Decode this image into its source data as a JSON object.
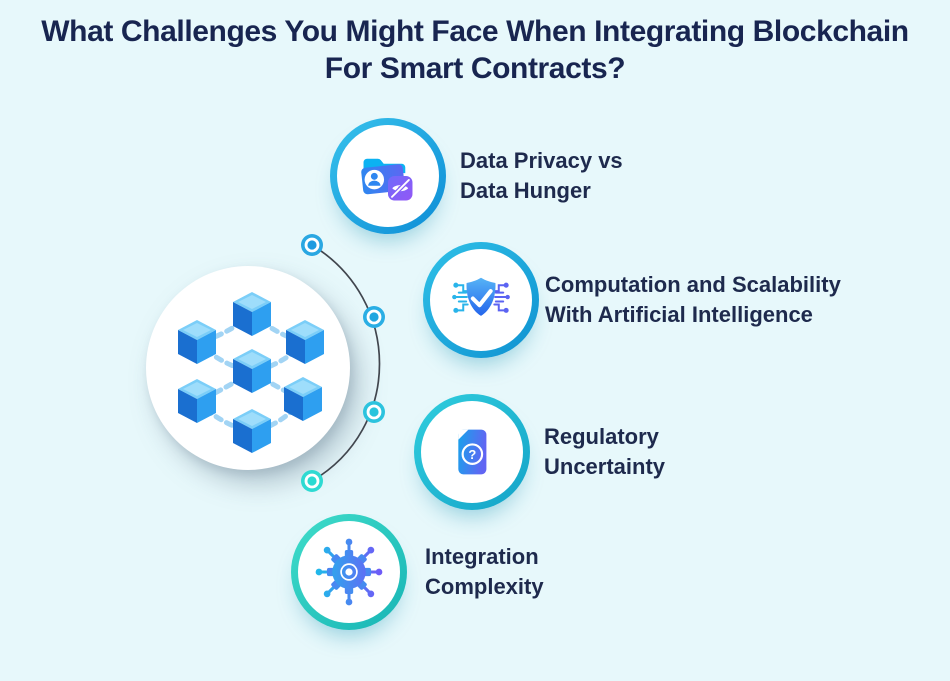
{
  "title": {
    "line1": "What Challenges You Might Face When Integrating Blockchain",
    "line2": "For Smart Contracts?"
  },
  "items": [
    {
      "id": "data-privacy-vs-data-hunger",
      "icon": "folder-user-hidden-eye-icon",
      "label_line1": "Data Privacy vs",
      "label_line2": "Data Hunger"
    },
    {
      "id": "computation-and-scalability",
      "icon": "shield-check-circuit-icon",
      "label_line1": "Computation and Scalability",
      "label_line2": "With Artificial Intelligence"
    },
    {
      "id": "regulatory-uncertainty",
      "icon": "document-question-icon",
      "label_line1": "Regulatory",
      "label_line2": "Uncertainty"
    },
    {
      "id": "integration-complexity",
      "icon": "gear-network-icon",
      "label_line1": "Integration",
      "label_line2": "Complexity"
    }
  ],
  "hub": {
    "illustration": "blockchain-linked-cubes"
  },
  "icons": {
    "question_mark": "?"
  },
  "colors": {
    "background": "#e7f8fb",
    "title_text": "#182550",
    "label_text": "#1e2a4d",
    "ring_item1": "#128ed6",
    "ring_item2": "#0f92d1",
    "ring_item3": "#16a5c9",
    "ring_item4": "#19b6b6",
    "arc_line": "#41464e",
    "dot1": "#1d9be0",
    "dot2": "#21a6e0",
    "dot3": "#28c4dc",
    "dot4": "#2adad2",
    "cube_top": "#7bcef8",
    "cube_left": "#1a6fd0",
    "cube_right": "#2e9ff0",
    "chain": "#9ed2f4"
  }
}
